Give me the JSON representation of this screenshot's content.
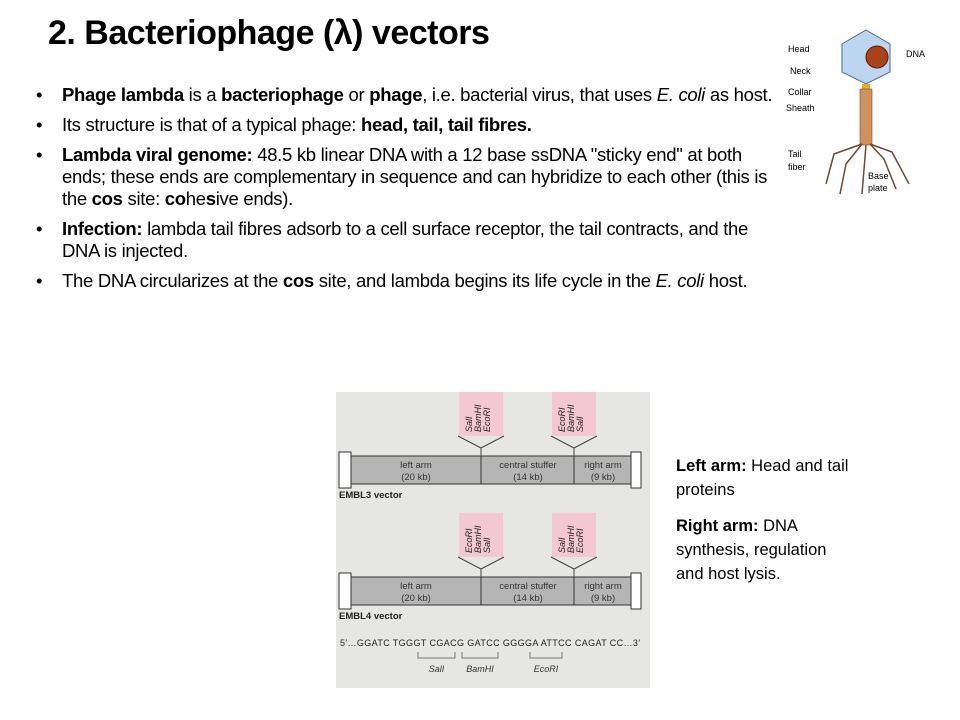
{
  "title": "2. Bacteriophage (λ) vectors",
  "bullets": [
    [
      {
        "t": "Phage lambda",
        "b": 1
      },
      {
        "t": " is a "
      },
      {
        "t": "bacteriophage",
        "b": 1
      },
      {
        "t": " or "
      },
      {
        "t": "phage",
        "b": 1
      },
      {
        "t": ", i.e. bacterial virus, that uses "
      },
      {
        "t": "E. coli",
        "i": 1
      },
      {
        "t": " as host."
      }
    ],
    [
      {
        "t": "Its structure is that of a typical phage: "
      },
      {
        "t": "head, tail, tail fibres.",
        "b": 1
      }
    ],
    [
      {
        "t": "Lambda viral genome:",
        "b": 1
      },
      {
        "t": " 48.5 kb linear DNA with a 12 base ssDNA \"sticky end\" at both ends; these ends are complementary in sequence and can hybridize to each other (this is the "
      },
      {
        "t": "cos",
        "b": 1
      },
      {
        "t": " site: "
      },
      {
        "t": "co",
        "b": 1
      },
      {
        "t": "he"
      },
      {
        "t": "s",
        "b": 1
      },
      {
        "t": "ive ends)."
      }
    ],
    [
      {
        "t": "Infection:",
        "b": 1
      },
      {
        "t": " lambda tail fibres adsorb to a cell surface receptor, the tail contracts, and the DNA is injected."
      }
    ],
    [
      {
        "t": "The DNA circularizes at the "
      },
      {
        "t": "cos",
        "b": 1
      },
      {
        "t": " site, and lambda begins its life cycle in the "
      },
      {
        "t": "E. coli",
        "i": 1
      },
      {
        "t": " host."
      }
    ]
  ],
  "phage_labels": {
    "head": "Head",
    "neck": "Neck",
    "collar": "Collar",
    "sheath": "Sheath",
    "tail_fiber_1": "Tail",
    "tail_fiber_2": "fiber",
    "dna": "DNA",
    "base_1": "Base",
    "base_2": "plate"
  },
  "figure": {
    "embl3": {
      "label": "EMBL3 vector",
      "left": "left arm",
      "left_kb": "(20 kb)",
      "center": "central stuffer",
      "center_kb": "(14 kb)",
      "right": "right arm",
      "right_kb": "(9 kb)",
      "site1": [
        "SalI",
        "BamHI",
        "EcoRI"
      ],
      "site2": [
        "EcoRI",
        "BamHI",
        "SalI"
      ]
    },
    "embl4": {
      "label": "EMBL4 vector",
      "left": "left arm",
      "left_kb": "(20 kb)",
      "center": "central stuffer",
      "center_kb": "(14 kb)",
      "right": "right arm",
      "right_kb": "(9 kb)",
      "site1": [
        "EcoRI",
        "BamHI",
        "SalI"
      ],
      "site2": [
        "SalI",
        "BamHI",
        "EcoRI"
      ]
    },
    "sequence": "5′…GGATC TGGGT CGACG GATCC GGGGA ATTCC CAGAT CC…3′",
    "enzymes": [
      "SalI",
      "BamHI",
      "EcoRI"
    ]
  },
  "side": {
    "left_label": "Left arm:",
    "left_text": " Head and tail proteins",
    "right_label": "Right arm:",
    "right_text": " DNA synthesis, regulation and host lysis."
  }
}
